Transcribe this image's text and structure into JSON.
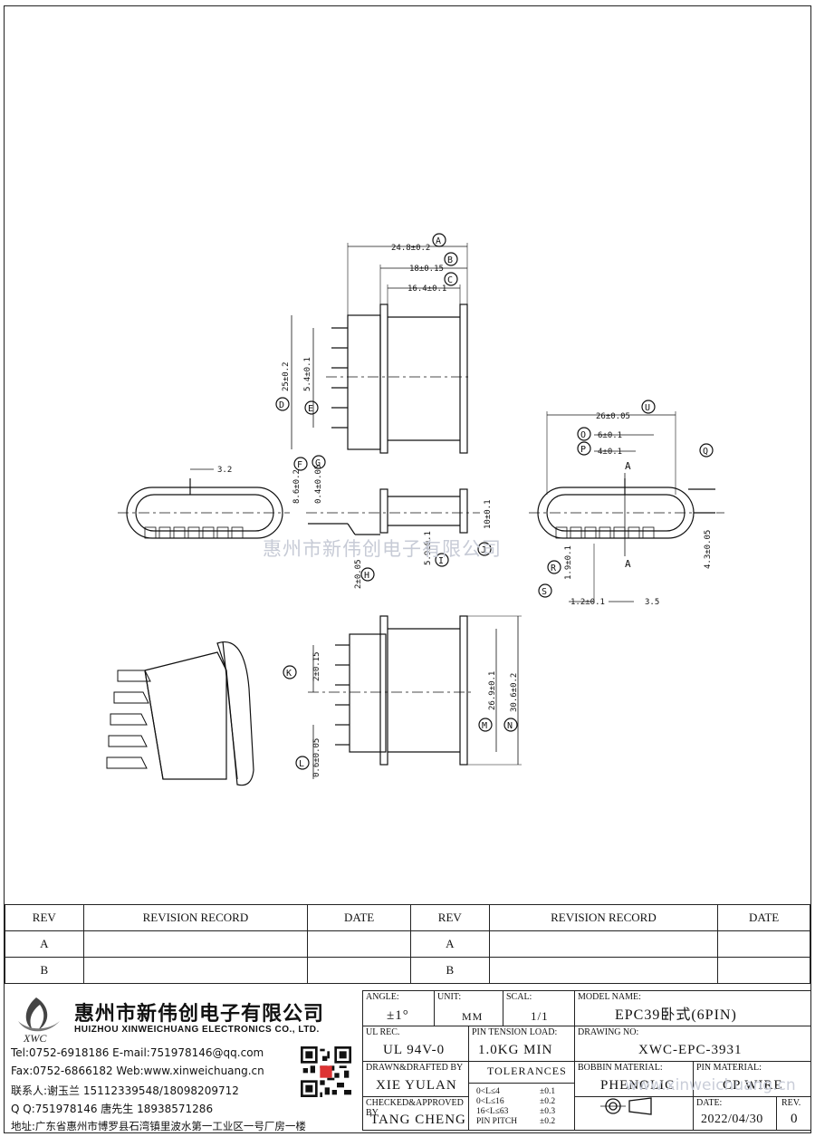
{
  "drawing": {
    "watermark": "惠州市新伟创电子有限公司",
    "top_view": {
      "dims": [
        "24.8±0.2",
        "18±0.15",
        "16.4±0.1",
        "25±0.2",
        "5.4±0.1"
      ],
      "callouts": [
        "A",
        "B",
        "C",
        "D",
        "E"
      ]
    },
    "side_view": {
      "dims": [
        "3.2",
        "8.6±0.2",
        "0.4±0.05",
        "2±0.05",
        "5.9±0.1",
        "10±0.1"
      ],
      "callouts": [
        "F",
        "G",
        "H",
        "I",
        "J"
      ]
    },
    "end_view": {
      "dims": [
        "26±0.05",
        "6±0.1",
        "4±0.1",
        "1.9±0.1",
        "1.2±0.1",
        "3.5",
        "4.3±0.05"
      ],
      "callouts": [
        "U",
        "O",
        "P",
        "Q",
        "R",
        "S"
      ],
      "section": "A"
    },
    "bottom_view": {
      "dims": [
        "2±0.15",
        "0.6±0.05",
        "26.9±0.1",
        "30.6±0.2"
      ],
      "callouts": [
        "K",
        "L",
        "M",
        "N"
      ]
    }
  },
  "revision_table": {
    "headers": [
      "REV",
      "REVISION RECORD",
      "DATE",
      "REV",
      "REVISION RECORD",
      "DATE"
    ],
    "rows": [
      [
        "A",
        "",
        "",
        "A",
        "",
        ""
      ],
      [
        "B",
        "",
        "",
        "B",
        "",
        ""
      ]
    ]
  },
  "company": {
    "name_cn": "惠州市新伟创电子有限公司",
    "name_en": "HUIZHOU XINWEICHUANG ELECTRONICS CO., LTD.",
    "logo_text": "XWC",
    "tel_email": "Tel:0752-6918186 E-mail:751978146@qq.com",
    "fax_web": "Fax:0752-6866182 Web:www.xinweichuang.cn",
    "contact": "联系人:谢玉兰 15112339548/18098209712",
    "qq": "Q Q:751978146    唐先生 18938571286",
    "address": "地址:广东省惠州市博罗县石湾镇里波水第一工业区一号厂房一楼"
  },
  "title_block": {
    "angle_label": "ANGLE:",
    "angle_value": "±1°",
    "unit_label": "UNIT:",
    "unit_value": "MM",
    "scale_label": "SCAL:",
    "scale_value": "1/1",
    "model_label": "MODEL NAME:",
    "model_value": "EPC39卧式(6PIN)",
    "ul_label": "UL REC.",
    "ul_value": "UL 94V-0",
    "pin_tension_label": "PIN TENSION LOAD:",
    "pin_tension_value": "1.0KG MIN",
    "drawing_no_label": "DRAWING NO:",
    "drawing_no_value": "XWC-EPC-3931",
    "drawn_label": "DRAWN&DRAFTED BY",
    "drawn_value": "XIE YULAN",
    "tolerances_label": "TOLERANCES",
    "tolerances": [
      [
        "0<L≤4",
        "±0.1"
      ],
      [
        "0<L≤16",
        "±0.2"
      ],
      [
        "16<L≤63",
        "±0.3"
      ],
      [
        "PIN PITCH",
        "±0.2"
      ]
    ],
    "bobbin_label": "BOBBIN MATERIAL:",
    "bobbin_value": "PHENOLIC",
    "pin_material_label": "PIN MATERIAL:",
    "pin_material_value": "CP WIRE",
    "checked_label": "CHECKED&APPROVED BY",
    "checked_value": "TANG CHENG",
    "date_label": "DATE:",
    "date_value": "2022/04/30",
    "rev_label": "REV.",
    "rev_value": "0"
  },
  "watermark_bottom": "www.xinweichuang.cn"
}
